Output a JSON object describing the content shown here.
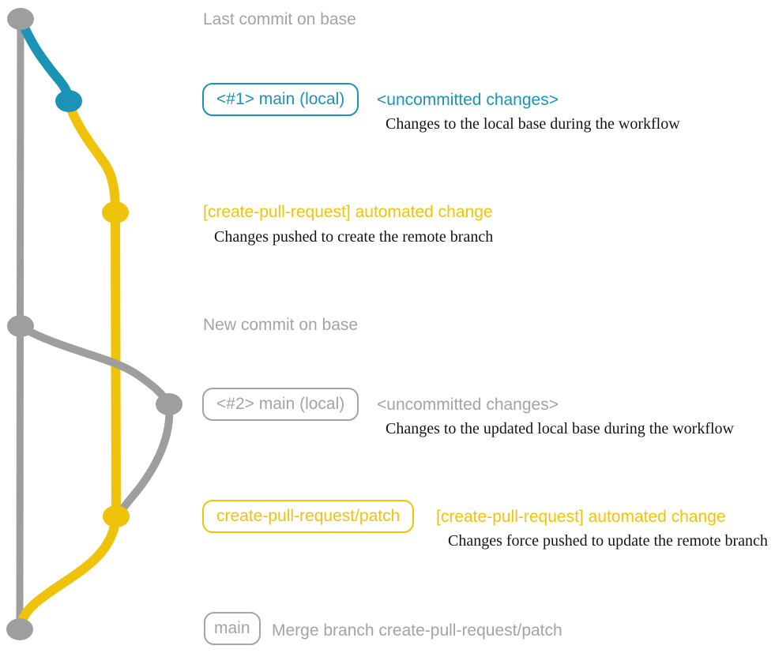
{
  "colors": {
    "gray": "#9e9e9e",
    "gray-text": "#a4a4a4",
    "blue": "#1a93b6",
    "yellow": "#f0c30b",
    "ink": "#151515"
  },
  "graph": {
    "branches": [
      {
        "name": "base",
        "color": "#9e9e9e"
      },
      {
        "name": "main (local)",
        "color": "#1a93b6"
      },
      {
        "name": "create-pull-request/patch",
        "color": "#f0c30b"
      }
    ],
    "commits": [
      {
        "id": "last-commit-on-base",
        "color": "#9e9e9e"
      },
      {
        "id": "main-local-1",
        "color": "#1a93b6"
      },
      {
        "id": "automated-change-1",
        "color": "#f0c30b"
      },
      {
        "id": "new-commit-on-base",
        "color": "#9e9e9e"
      },
      {
        "id": "main-local-2",
        "color": "#9e9e9e"
      },
      {
        "id": "automated-change-2",
        "color": "#f0c30b"
      },
      {
        "id": "merge-commit",
        "color": "#9e9e9e"
      }
    ]
  },
  "annotations": {
    "last_commit_label": "Last commit on base",
    "branch1_badge": "<#1> main (local)",
    "branch1_status": "<uncommitted changes>",
    "branch1_desc": "Changes to the local base during the workflow",
    "cpr_commit1_title": "[create-pull-request] automated change",
    "cpr_commit1_desc": "Changes pushed to create the remote branch",
    "new_commit_label": "New commit on base",
    "branch2_badge": "<#2> main (local)",
    "branch2_status": "<uncommitted changes>",
    "branch2_desc": "Changes to the updated local base during the workflow",
    "patch_badge": "create-pull-request/patch",
    "cpr_commit2_title": "[create-pull-request] automated change",
    "cpr_commit2_desc": "Changes force pushed to update the remote branch",
    "merge_badge": "main",
    "merge_title": "Merge branch create-pull-request/patch"
  }
}
